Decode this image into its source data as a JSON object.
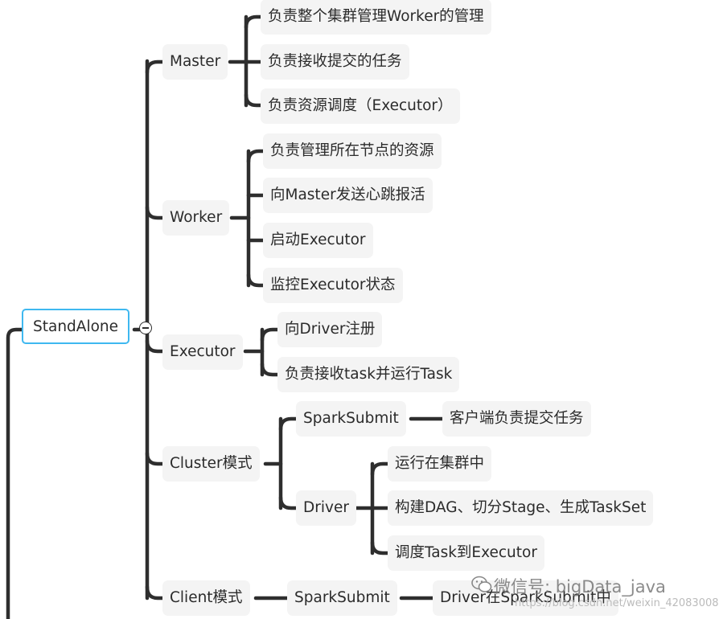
{
  "mindmap": {
    "root": {
      "label": "StandAlone"
    },
    "master": {
      "label": "Master",
      "children": [
        "负责整个集群管理Worker的管理",
        "负责接收提交的任务",
        "负责资源调度（Executor）"
      ]
    },
    "worker": {
      "label": "Worker",
      "children": [
        "负责管理所在节点的资源",
        "向Master发送心跳报活",
        "启动Executor",
        "监控Executor状态"
      ]
    },
    "executor": {
      "label": "Executor",
      "children": [
        "向Driver注册",
        "负责接收task并运行Task"
      ]
    },
    "cluster": {
      "label": "Cluster模式",
      "sparksubmit": {
        "label": "SparkSubmit",
        "child": "客户端负责提交任务"
      },
      "driver": {
        "label": "Driver",
        "children": [
          "运行在集群中",
          "构建DAG、切分Stage、生成TaskSet",
          "调度Task到Executor"
        ]
      }
    },
    "client": {
      "label": "Client模式",
      "sparksubmit": "SparkSubmit",
      "driver_child": "Driver在SparkSubmit中"
    }
  },
  "watermark": {
    "text": "微信号: bigData_java",
    "url_fragment": "https://blog.csdn.net/weixin_42083008",
    "icon": "wechat-icon"
  },
  "colors": {
    "line": "#2e2e2e",
    "root_border": "#3fb8f0",
    "node_fill": "#f4f4f4"
  }
}
